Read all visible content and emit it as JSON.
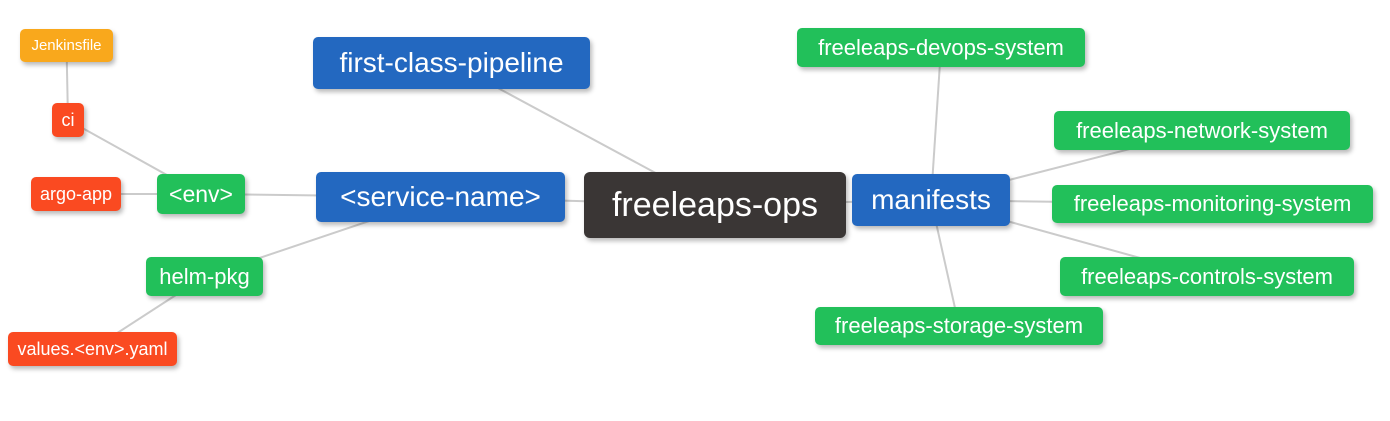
{
  "diagram": {
    "type": "mindmap",
    "nodes": {
      "jenkinsfile": {
        "label": "Jenkinsfile",
        "color": "#f9a81c"
      },
      "ci": {
        "label": "ci",
        "color": "#fa4a21"
      },
      "argo_app": {
        "label": "argo-app",
        "color": "#fa4a21"
      },
      "env": {
        "label": "<env>",
        "color": "#22c05a"
      },
      "helm_pkg": {
        "label": "helm-pkg",
        "color": "#22c05a"
      },
      "values_env_yaml": {
        "label": "values.<env>.yaml",
        "color": "#fa4a21"
      },
      "first_class_pipeline": {
        "label": "first-class-pipeline",
        "color": "#2368c0"
      },
      "service_name": {
        "label": "<service-name>",
        "color": "#2368c0"
      },
      "freeleaps_ops": {
        "label": "freeleaps-ops",
        "color": "#3a3635"
      },
      "manifests": {
        "label": "manifests",
        "color": "#2368c0"
      },
      "devops_system": {
        "label": "freeleaps-devops-system",
        "color": "#22c05a"
      },
      "network_system": {
        "label": "freeleaps-network-system",
        "color": "#22c05a"
      },
      "monitoring_system": {
        "label": "freeleaps-monitoring-system",
        "color": "#22c05a"
      },
      "controls_system": {
        "label": "freeleaps-controls-system",
        "color": "#22c05a"
      },
      "storage_system": {
        "label": "freeleaps-storage-system",
        "color": "#22c05a"
      }
    },
    "edges": [
      [
        "jenkinsfile",
        "ci"
      ],
      [
        "ci",
        "env"
      ],
      [
        "argo_app",
        "env"
      ],
      [
        "env",
        "service_name"
      ],
      [
        "helm_pkg",
        "service_name"
      ],
      [
        "values_env_yaml",
        "helm_pkg"
      ],
      [
        "first_class_pipeline",
        "freeleaps_ops"
      ],
      [
        "service_name",
        "freeleaps_ops"
      ],
      [
        "freeleaps_ops",
        "manifests"
      ],
      [
        "manifests",
        "devops_system"
      ],
      [
        "manifests",
        "network_system"
      ],
      [
        "manifests",
        "monitoring_system"
      ],
      [
        "manifests",
        "controls_system"
      ],
      [
        "manifests",
        "storage_system"
      ]
    ],
    "colors": {
      "root_dark": "#3a3635",
      "branch_blue": "#2368c0",
      "leaf_green": "#22c05a",
      "leaf_red": "#fa4a21",
      "leaf_amber": "#f9a81c",
      "edge_gray": "#cbcbcb",
      "text": "#ffffff",
      "background": "#ffffff"
    }
  }
}
